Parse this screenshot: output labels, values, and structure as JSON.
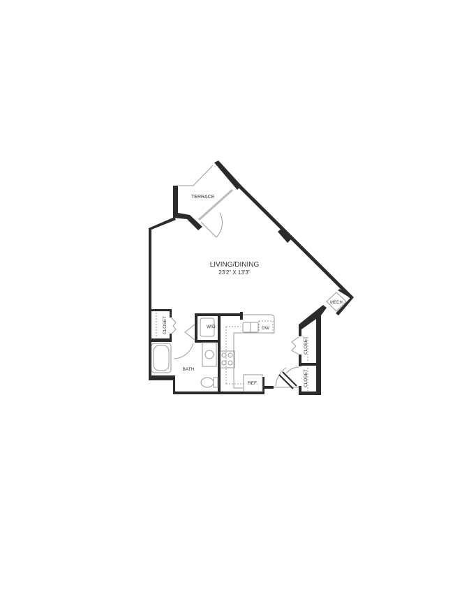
{
  "floorplan": {
    "rooms": {
      "terrace": "TERRACE",
      "living": "LIVING/DINING",
      "living_dims": "23'2\" X 13'3\"",
      "mech": "MECH",
      "closet_left": "CLOSET",
      "closet_right_top": "CLOSET",
      "closet_right_bottom": "CLOSET",
      "wd": "W/D",
      "dw": "DW",
      "bath": "BATH",
      "ref": "REF."
    },
    "colors": {
      "wall": "#2b2b2b",
      "line": "#9a9a9a"
    }
  }
}
